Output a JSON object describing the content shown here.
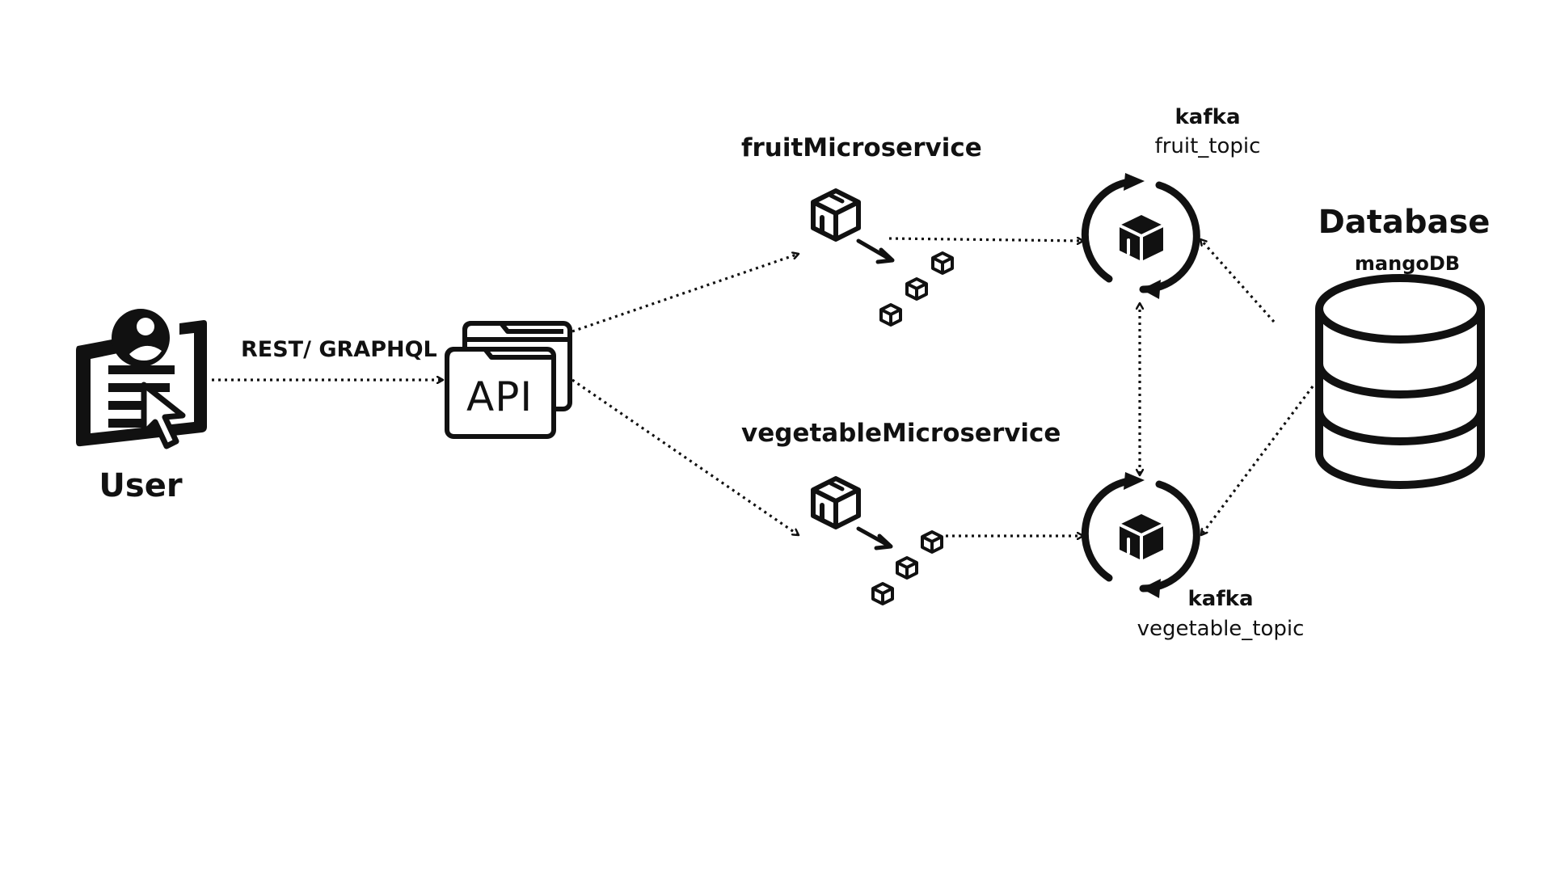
{
  "diagram": {
    "user": {
      "label": "User"
    },
    "protocol": {
      "label": "REST/ GRAPHQL"
    },
    "api": {
      "label": "API"
    },
    "fruit_service": {
      "label": "fruitMicroservice"
    },
    "vegetable_service": {
      "label": "vegetableMicroservice"
    },
    "fruit_kafka": {
      "title": "kafka",
      "topic": "fruit_topic"
    },
    "vegetable_kafka": {
      "title": "kafka",
      "topic": "vegetable_topic"
    },
    "database": {
      "title": "Database",
      "subtitle": "mangoDB"
    }
  },
  "colors": {
    "ink": "#111111",
    "background": "#ffffff"
  },
  "icons": {
    "user": "user-id-card-cursor-icon",
    "api": "api-window-icon",
    "service": "package-box-icon",
    "events": "small-cubes-icon",
    "kafka": "refresh-box-icon",
    "database": "database-cylinder-icon"
  }
}
